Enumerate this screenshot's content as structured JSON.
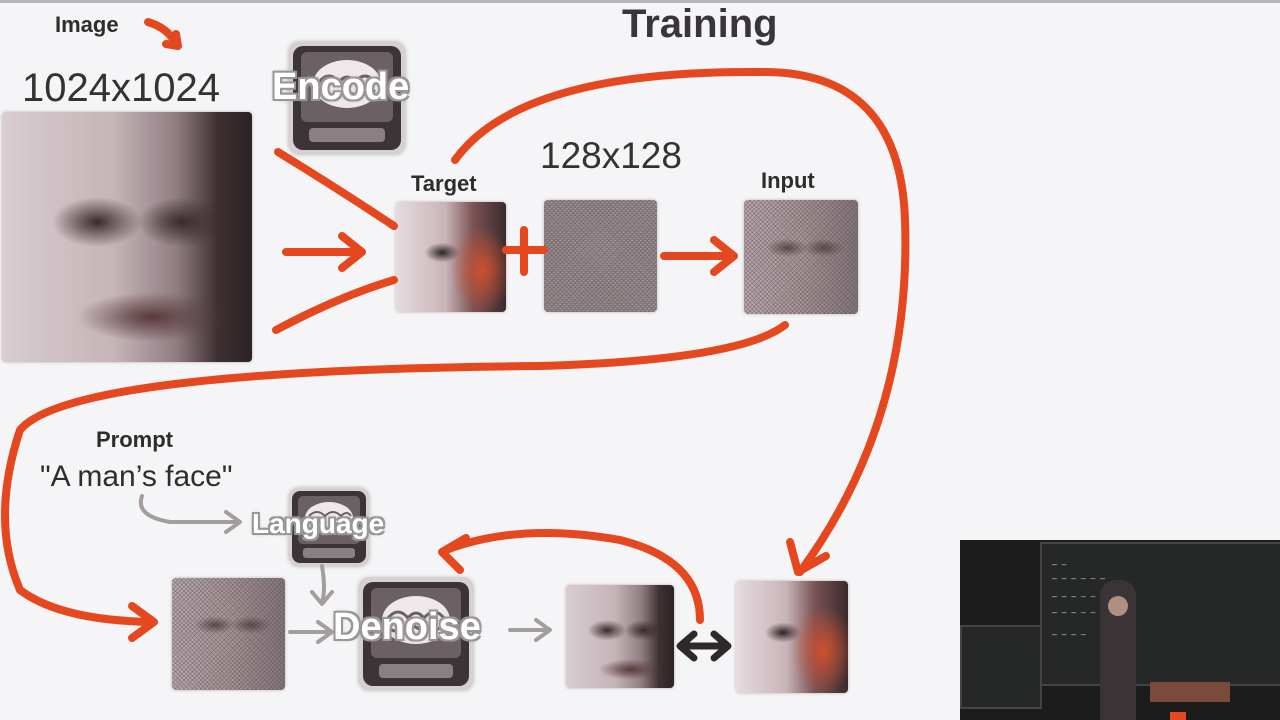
{
  "title": "Training",
  "labels": {
    "image": "Image",
    "image_size": "1024x1024",
    "encode": "Encode",
    "target": "Target",
    "latent_size": "128x128",
    "input": "Input",
    "prompt": "Prompt",
    "prompt_text": "\"A man’s face\"",
    "language": "Language",
    "denoise": "Denoise"
  },
  "colors": {
    "annotation": "#e5481e",
    "background": "#f5f4f6",
    "arrow_gray": "#a49da0",
    "compare_arrow": "#2e2a2b"
  },
  "icons": [
    "brain-computer-icon"
  ]
}
